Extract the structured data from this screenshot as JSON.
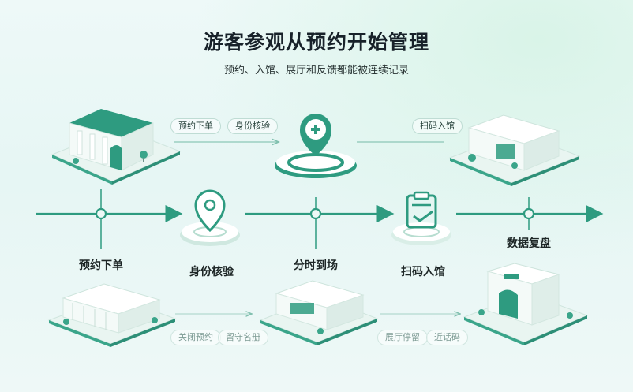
{
  "header": {
    "title": "游客参观从预约开始管理",
    "subtitle": "预约、入馆、展厅和反馈都能被连续记录"
  },
  "top_row": {
    "pills": [
      "预约下单",
      "身份核验",
      "扫码入馆"
    ]
  },
  "steps": [
    {
      "label": "预约下单"
    },
    {
      "label": "身份核验"
    },
    {
      "label": "分时到场"
    },
    {
      "label": "扫码入馆"
    },
    {
      "label": "数据复盘"
    }
  ],
  "bottom_row": {
    "pills": [
      "关闭预约",
      "留守名册",
      "展厅停留",
      "近话码"
    ]
  },
  "colors": {
    "accent": "#2e9b80",
    "accent_light": "#7cc9ac",
    "base": "#3aa58a"
  },
  "icons": [
    "museum-building-icon",
    "plus-map-pin-icon",
    "location-pin-icon",
    "clipboard-check-icon"
  ]
}
